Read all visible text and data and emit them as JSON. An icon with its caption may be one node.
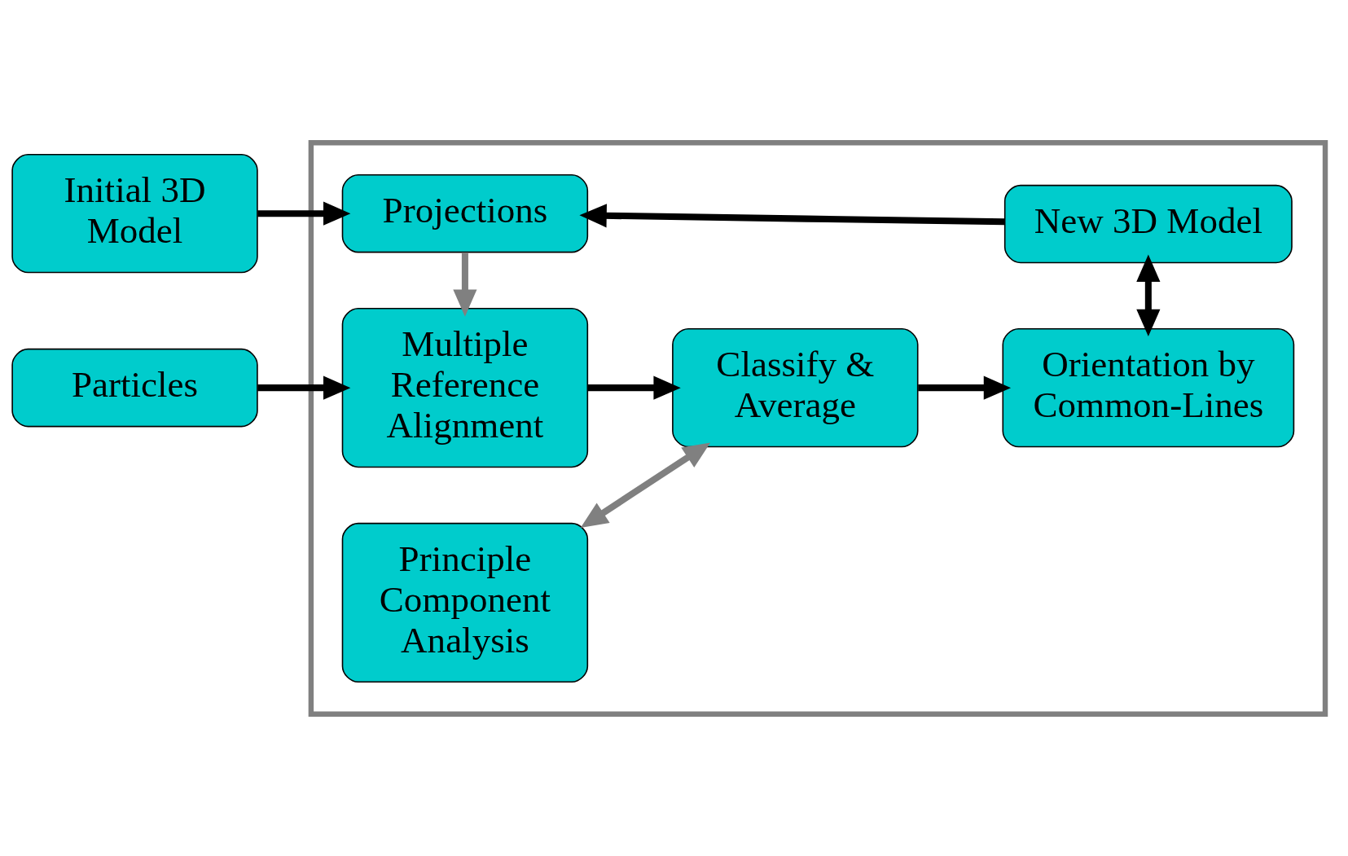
{
  "diagram": {
    "nodes": [
      {
        "text": [
          "Initial 3D Model"
        ]
      },
      {
        "text": [
          "Particles"
        ]
      },
      {
        "text": [],
        "shape": "box"
      },
      {
        "text": [
          "Projections"
        ],
        "in": 2
      },
      {
        "text": [
          "New 3D Model"
        ],
        "in": 2
      },
      {
        "text": [
          "Multiple Reference Alignment"
        ],
        "in": 2
      },
      {
        "text": [
          "Orientation by Common-Lines"
        ],
        "in": 2
      },
      {
        "text": [
          "Classify & Average"
        ],
        "in": 2
      },
      {
        "text": [
          "Principle Component Analysis"
        ],
        "in": 2
      }
    ],
    "edges": [
      {
        "from": 0,
        "to": 3,
        "arrow": "to"
      },
      {
        "from": 4,
        "to": 3,
        "arrow": "to"
      },
      {
        "from": 3,
        "to": 5,
        "arrow": "to",
        "color": "#808080"
      },
      {
        "from": 1,
        "to": 5,
        "arrow": "to"
      },
      {
        "from": 5,
        "to": 7,
        "arrow": "to"
      },
      {
        "from": 7,
        "to": 6,
        "arrow": "to"
      },
      {
        "from": 4,
        "to": 6,
        "arrow": "both"
      },
      {
        "from": 7,
        "to": 8,
        "arrow": "both",
        "color": "#808080"
      }
    ]
  }
}
